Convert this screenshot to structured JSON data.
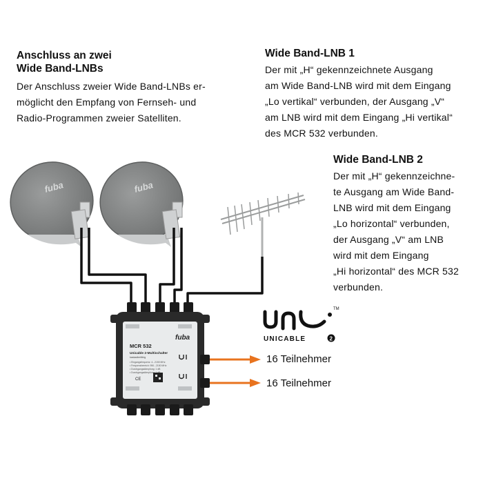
{
  "intro": {
    "title_lines": [
      "Anschluss an zwei",
      "Wide Band-LNBs"
    ],
    "body_lines": [
      "Der Anschluss zweier Wide Band-LNBs er-",
      "möglicht den Empfang von Fernseh- und",
      "Radio-Programmen zweier Satelliten."
    ]
  },
  "lnb1": {
    "title": "Wide Band-LNB 1",
    "body_lines": [
      "Der mit „H“ gekennzeichnete Ausgang",
      "am Wide Band-LNB wird mit dem Eingang",
      "„Lo vertikal“ verbunden, der Ausgang „V“",
      "am LNB wird mit dem Eingang „Hi vertikal“",
      "des MCR 532 verbunden."
    ]
  },
  "lnb2": {
    "title": "Wide Band-LNB 2",
    "body_lines": [
      "Der mit „H“ gekennzeichne-",
      "te Ausgang am Wide Band-",
      "LNB wird mit dem Eingang",
      "„Lo horizontal“ verbunden,",
      "der Ausgang „V“ am LNB",
      "wird mit dem Eingang",
      "„Hi horizontal“ des MCR 532",
      "verbunden."
    ]
  },
  "brand": {
    "dish_logo": "fuba",
    "unicable_wordmark": "UNICABLE",
    "unicable_version": "2",
    "trademark": "TM"
  },
  "device": {
    "model": "MCR 532",
    "subtitle": "Unicable 2-Multischalter",
    "subtitle2": "kaskadierfähig",
    "logo": "fuba",
    "spec_rows": [
      "• Eingangsfrequenz: 4...2150 MHz",
      "• Frequenzbereich: 950...2150 MHz",
      "• Durchgangsdämpfung: 1 dB",
      "• Durchgangsdämpfung: 1 dB"
    ]
  },
  "outputs": [
    {
      "label": "16 Teilnehmer"
    },
    {
      "label": "16 Teilnehmer"
    }
  ],
  "colors": {
    "arrow": "#e8731e",
    "cable": "#111111",
    "dish": "#808282",
    "device_body": "#e9ebec",
    "device_frame": "#2a2a2a"
  }
}
